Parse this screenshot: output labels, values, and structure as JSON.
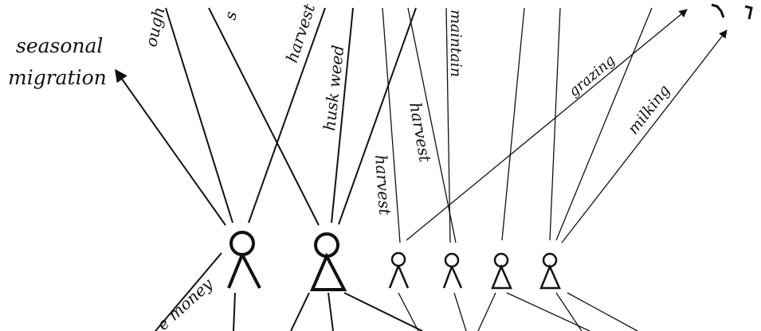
{
  "labels": {
    "seasonal": "seasonal",
    "migration": "migration",
    "plough_fragment": "ough",
    "s_fragment": "s",
    "harvest_1": "harvest",
    "husk_weed": "husk weed",
    "maintain": "maintain",
    "harvest_2": "harvest",
    "harvest_3": "harvest",
    "grazing": "grazing",
    "milking": "milking",
    "money_fragment": "e money"
  },
  "figures": [
    {
      "size": "large",
      "sex": "male"
    },
    {
      "size": "large",
      "sex": "female"
    },
    {
      "size": "small",
      "sex": "male"
    },
    {
      "size": "small",
      "sex": "male"
    },
    {
      "size": "small",
      "sex": "female"
    },
    {
      "size": "small",
      "sex": "female"
    }
  ]
}
